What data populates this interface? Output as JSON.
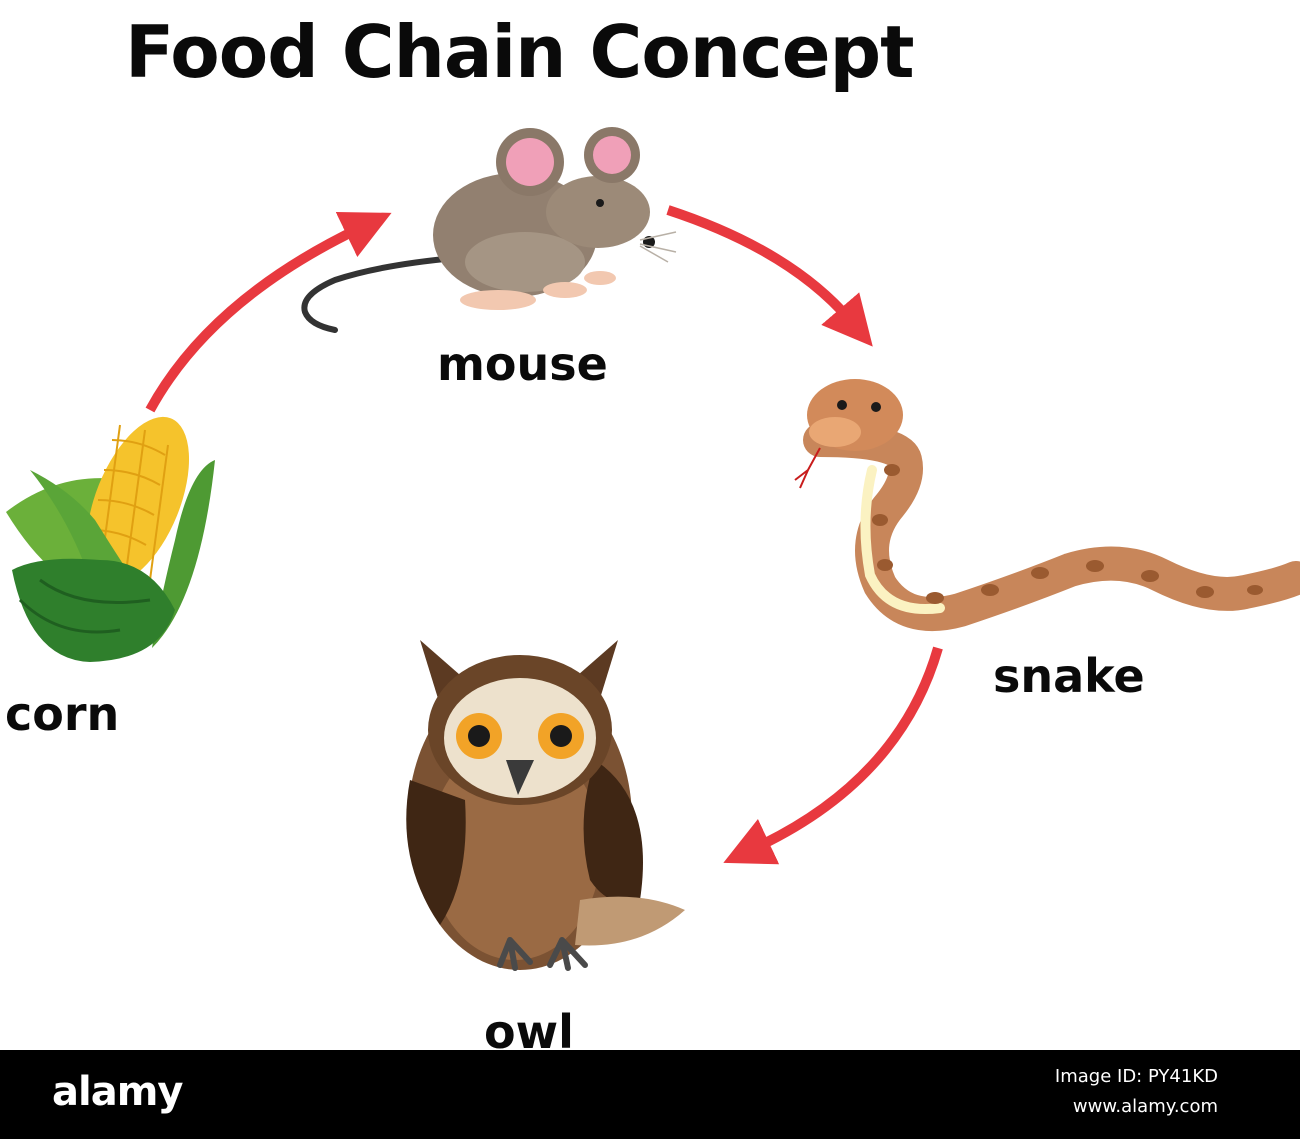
{
  "title": "Food Chain Concept",
  "organisms": [
    {
      "name": "corn",
      "icon": "corn-icon"
    },
    {
      "name": "mouse",
      "icon": "mouse-icon"
    },
    {
      "name": "snake",
      "icon": "snake-icon"
    },
    {
      "name": "owl",
      "icon": "owl-icon"
    }
  ],
  "arrows": [
    {
      "from": "corn",
      "to": "mouse"
    },
    {
      "from": "mouse",
      "to": "snake"
    },
    {
      "from": "snake",
      "to": "owl"
    }
  ],
  "colors": {
    "arrow": "#e8393f",
    "text": "#0a0a0a",
    "footer_bg": "#000000",
    "footer_text": "#ffffff"
  },
  "footer": {
    "brand": "alamy",
    "image_id": "Image ID: PY41KD",
    "site": "www.alamy.com"
  }
}
